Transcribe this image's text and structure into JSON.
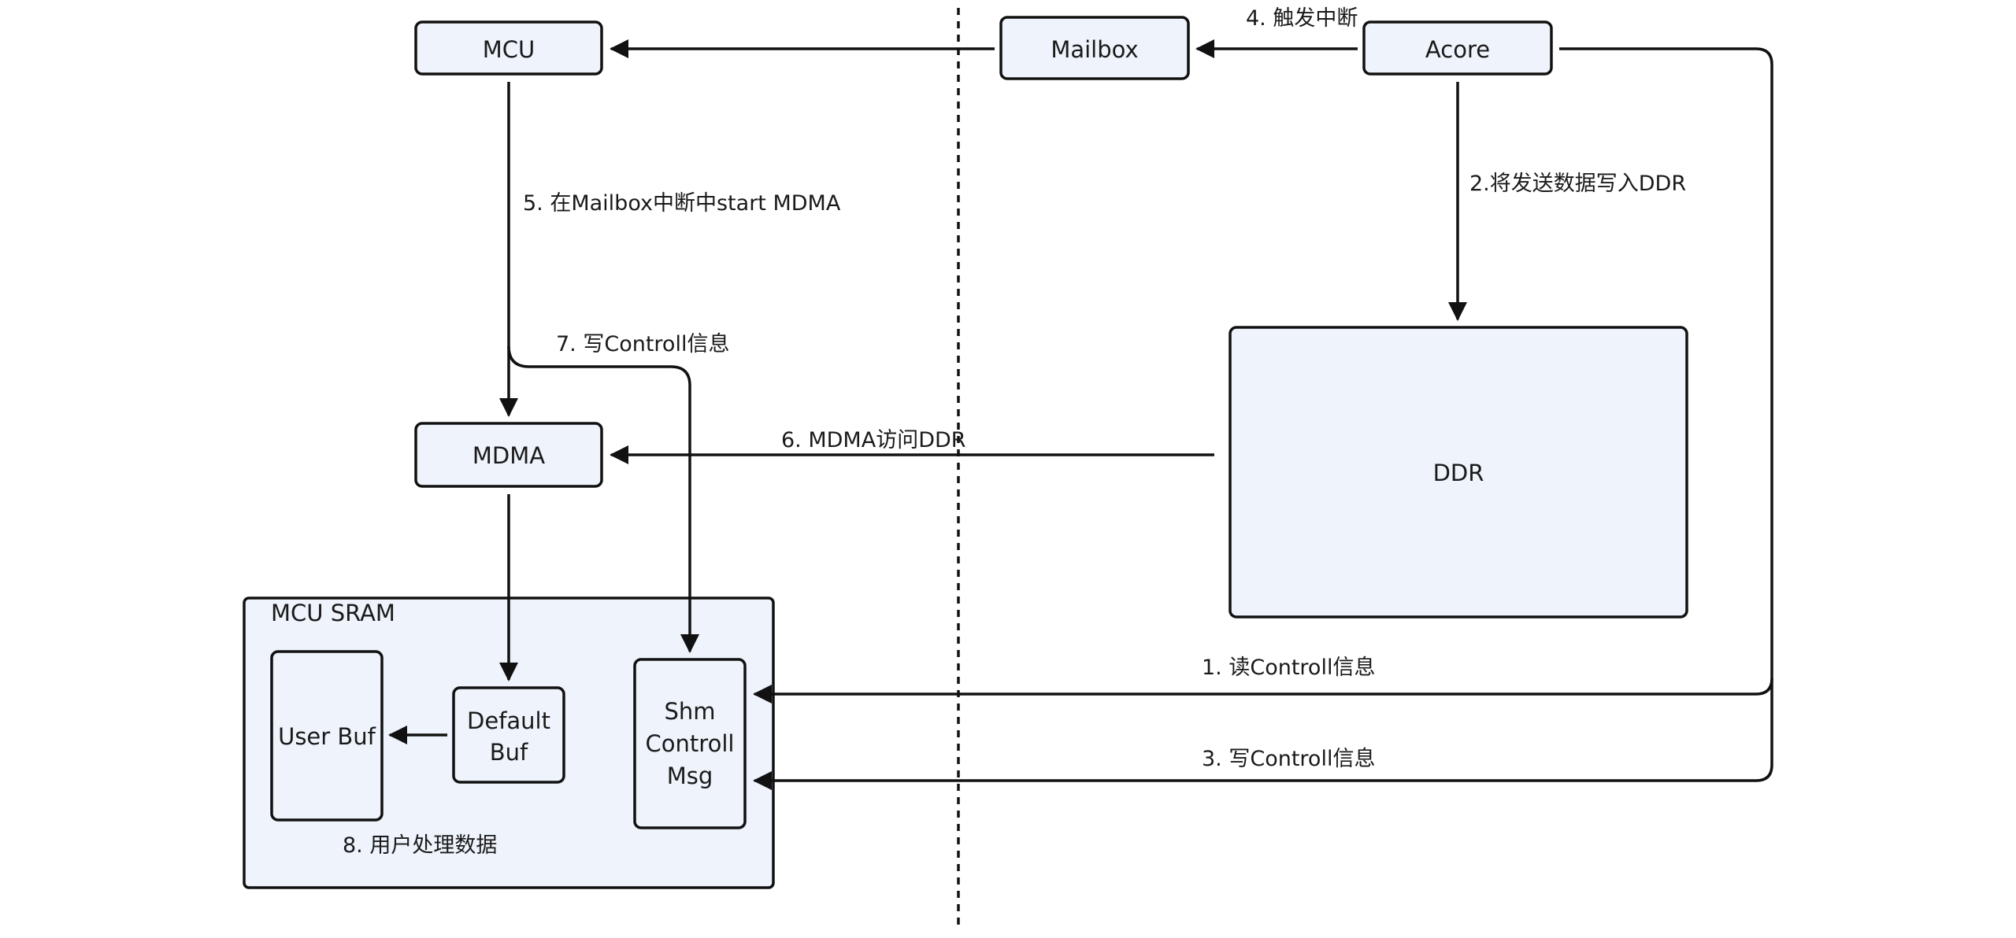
{
  "nodes": {
    "mcu": "MCU",
    "mailbox": "Mailbox",
    "acore": "Acore",
    "mdma": "MDMA",
    "ddr": "DDR",
    "mcu_sram": "MCU SRAM",
    "user_buf": "User Buf",
    "default_buf": [
      "Default",
      "Buf"
    ],
    "shm_controll_msg": [
      "Shm",
      "Controll",
      "Msg"
    ]
  },
  "edges": {
    "step1": "1. 读Controll信息",
    "step2": "2.将发送数据写入DDR",
    "step3": "3. 写Controll信息",
    "step4": "4. 触发中断",
    "step5": "5. 在Mailbox中断中start MDMA",
    "step6": "6. MDMA访问DDR",
    "step7": "7. 写Controll信息",
    "step8": "8. 用户处理数据"
  }
}
